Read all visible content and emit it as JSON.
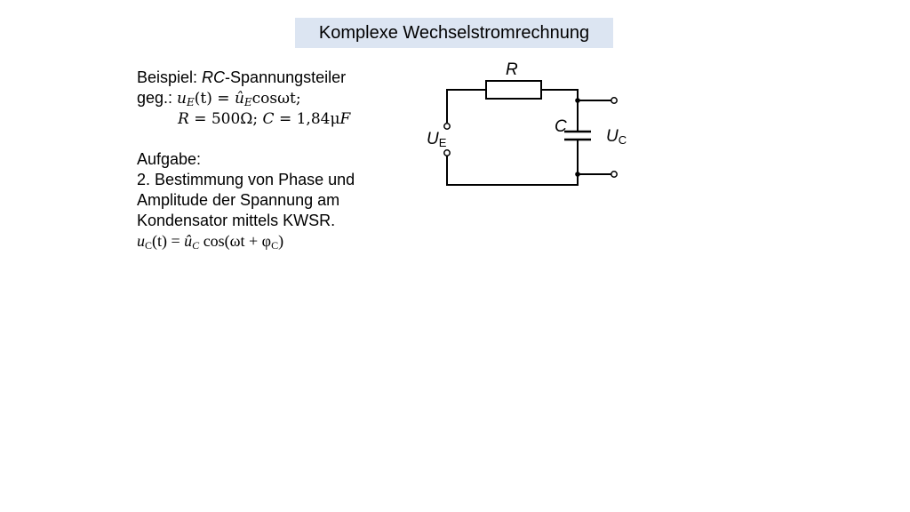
{
  "slide": {
    "title": "Komplexe Wechselstromrechnung",
    "title_bg": "#dce5f2",
    "example": {
      "prefix": "Beispiel: ",
      "italic": "RC",
      "suffix": "-Spannungsteiler"
    },
    "given": {
      "label": "geg.: ",
      "input_voltage": "uE(t) = ûE cosωt;",
      "input_parts": {
        "u": "u",
        "sub_e": "E",
        "t": "(t)",
        "eq": " = ",
        "uhat": "û",
        "tail": "cosωt;"
      },
      "params_parts": {
        "r": "R",
        "r_val": " = 500Ω; ",
        "c": "C",
        "c_val": " = 1,84μ",
        "f": "F"
      }
    },
    "task": {
      "label": "Aufgabe:",
      "lines": [
        "2. Bestimmung von Phase und",
        "Amplitude der Spannung am",
        "Kondensator mittels KWSR."
      ]
    },
    "formula_parts": {
      "u": "u",
      "sub_c": "C",
      "arg": "(t)",
      "eq": " = ",
      "uhat": "û",
      "sub_c2": "C",
      "cos": " cos(ωt + φ",
      "sub_phi": "C",
      "close": ")"
    }
  },
  "circuit": {
    "resistor_label": "R",
    "capacitor_label": "C",
    "input_label": "U",
    "input_sub": "E",
    "output_label": "U",
    "output_sub": "C",
    "wire_color": "#000000",
    "resistor_fill": "#ffffff"
  }
}
